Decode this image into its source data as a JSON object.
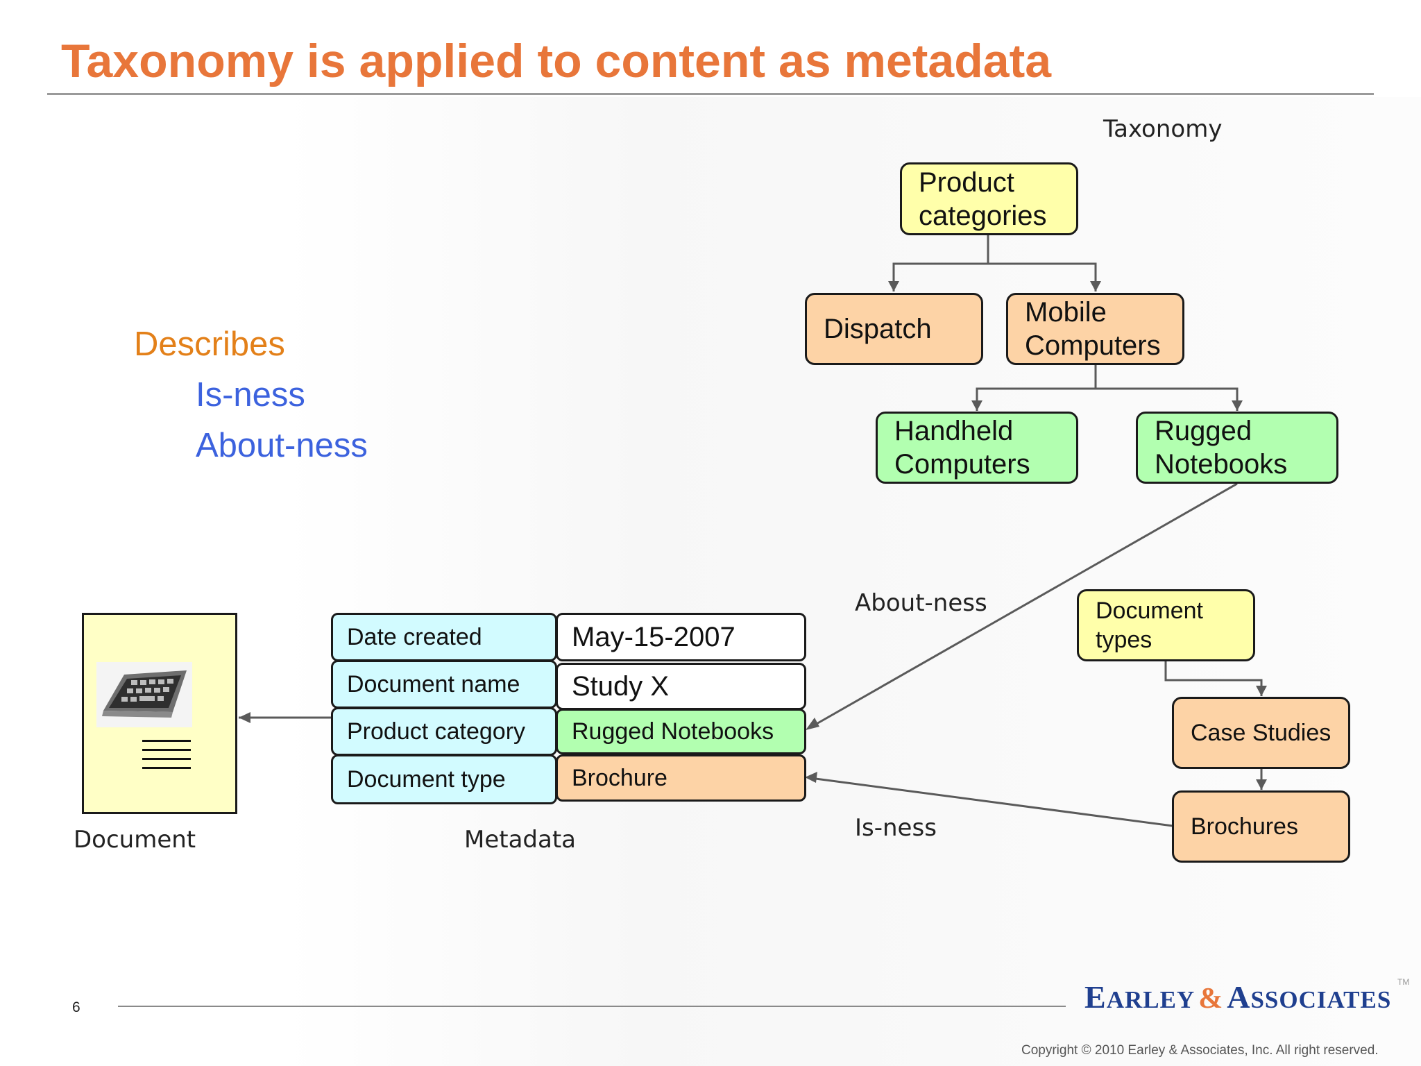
{
  "slide": {
    "title": "Taxonomy is applied to content as metadata",
    "page_number": "6",
    "copyright": "Copyright © 2010 Earley & Associates, Inc. All right reserved.",
    "logo": {
      "word1_initial": "E",
      "word1_rest": "ARLEY",
      "ampersand": "&",
      "word2_initial": "A",
      "word2_rest": "SSOCIATES",
      "trademark": "TM"
    }
  },
  "bullets": {
    "describes": "Describes",
    "is_ness": "Is-ness",
    "about_ness": "About-ness"
  },
  "labels": {
    "taxonomy": "Taxonomy",
    "about_ness": "About-ness",
    "is_ness": "Is-ness",
    "document": "Document",
    "metadata": "Metadata"
  },
  "taxonomy": {
    "product_categories": [
      "Product",
      "categories"
    ],
    "dispatch": [
      "Dispatch"
    ],
    "mobile_computers": [
      "Mobile",
      "Computers"
    ],
    "handheld_computers": [
      "Handheld",
      "Computers"
    ],
    "rugged_notebooks": [
      "Rugged",
      "Notebooks"
    ],
    "document_types": [
      "Document",
      "types"
    ],
    "case_studies": [
      "Case Studies"
    ],
    "brochures": [
      "Brochures"
    ]
  },
  "metadata": {
    "rows": [
      {
        "key": "Date created",
        "value": "May-15-2007"
      },
      {
        "key": "Document name",
        "value": "Study X"
      },
      {
        "key": "Product category",
        "value": "Rugged Notebooks"
      },
      {
        "key": "Document type",
        "value": "Brochure"
      }
    ]
  },
  "colors": {
    "title": "#e8763a",
    "describes": "#e38019",
    "subpoints": "#3c62de",
    "yellow_node": "#ffffaa",
    "peach_node": "#fdd3a6",
    "green_node": "#b2ffb0",
    "metadata_key": "#d2fbff",
    "document_page": "#ffffc6",
    "logo_blue": "#1f3f8f"
  }
}
